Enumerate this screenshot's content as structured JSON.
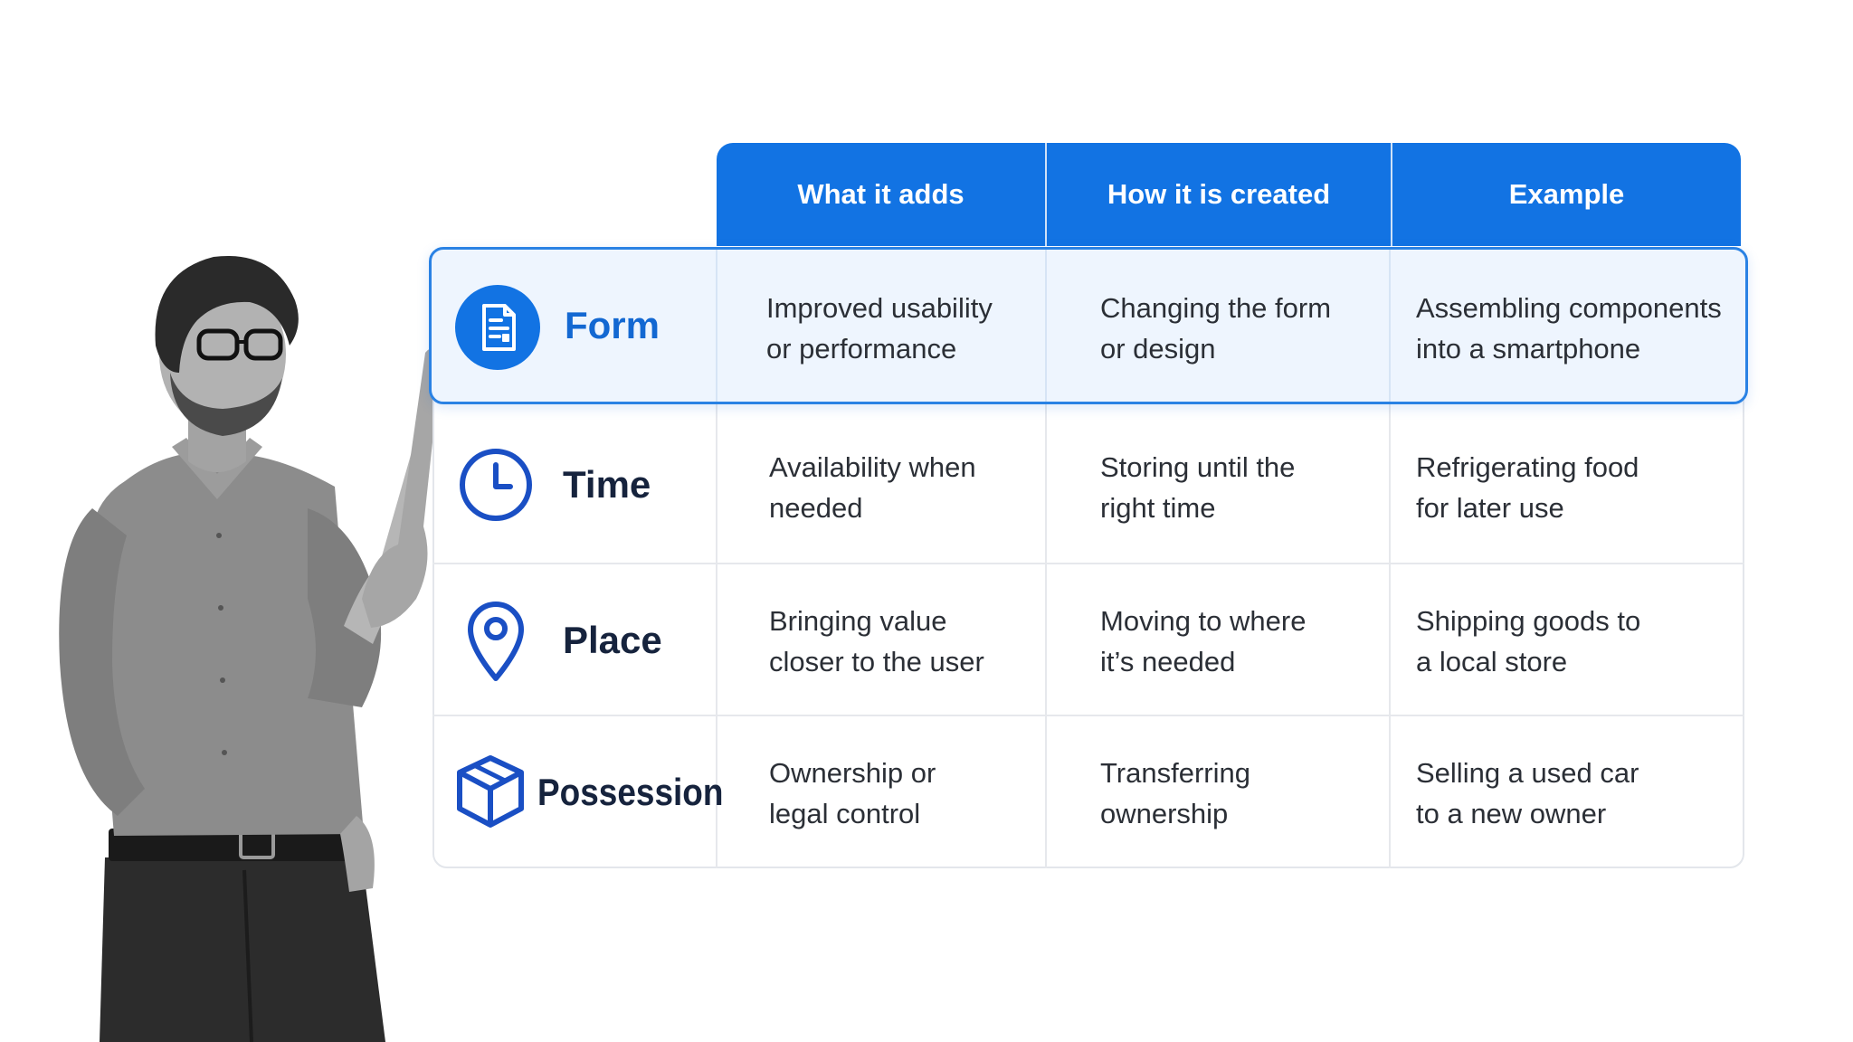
{
  "header": {
    "col1": "What it adds",
    "col2": "How it is created",
    "col3": "Example"
  },
  "rows": [
    {
      "label": "Form",
      "icon": "document-icon",
      "adds": [
        "Improved usability",
        "or performance"
      ],
      "created": [
        "Changing the form",
        "or design"
      ],
      "example": [
        "Assembling components",
        "into a smartphone"
      ]
    },
    {
      "label": "Time",
      "icon": "clock-icon",
      "adds": [
        "Availability when",
        "needed"
      ],
      "created": [
        "Storing until the",
        "right time"
      ],
      "example": [
        "Refrigerating food",
        "for later use"
      ]
    },
    {
      "label": "Place",
      "icon": "location-pin-icon",
      "adds": [
        "Bringing value",
        "closer to the user"
      ],
      "created": [
        "Moving to where",
        "it’s needed"
      ],
      "example": [
        "Shipping goods to",
        "a local store"
      ]
    },
    {
      "label": "Possession",
      "icon": "box-icon",
      "adds": [
        "Ownership or",
        "legal control"
      ],
      "created": [
        "Transferring",
        "ownership"
      ],
      "example": [
        "Selling a used car",
        "to a new owner"
      ]
    }
  ],
  "colors": {
    "header_blue": "#1273e3",
    "highlight_border": "#2a82e4",
    "highlight_fill": "#eef5fe",
    "icon_blue": "#1a4fc4"
  }
}
